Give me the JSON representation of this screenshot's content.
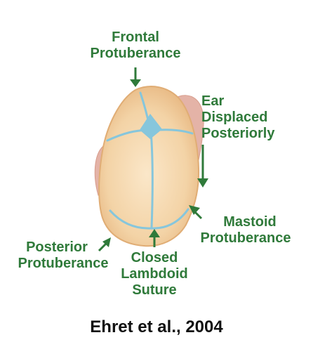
{
  "labels": {
    "frontal": [
      "Frontal",
      "Protuberance"
    ],
    "ear": [
      "Ear",
      "Displaced",
      "Posteriorly"
    ],
    "mastoid": [
      "Mastoid",
      "Protuberance"
    ],
    "posterior": [
      "Posterior",
      "Protuberance"
    ],
    "lambdoid": [
      "Closed",
      "Lambdoid",
      "Suture"
    ]
  },
  "citation": "Ehret et al., 2004",
  "colors": {
    "label_green": "#2f7a3a",
    "skull_fill": "#f1cf9f",
    "skull_edge": "#e2b27a",
    "suture_blue": "#86c6dc",
    "ear_pink": "#e4b3a7"
  }
}
